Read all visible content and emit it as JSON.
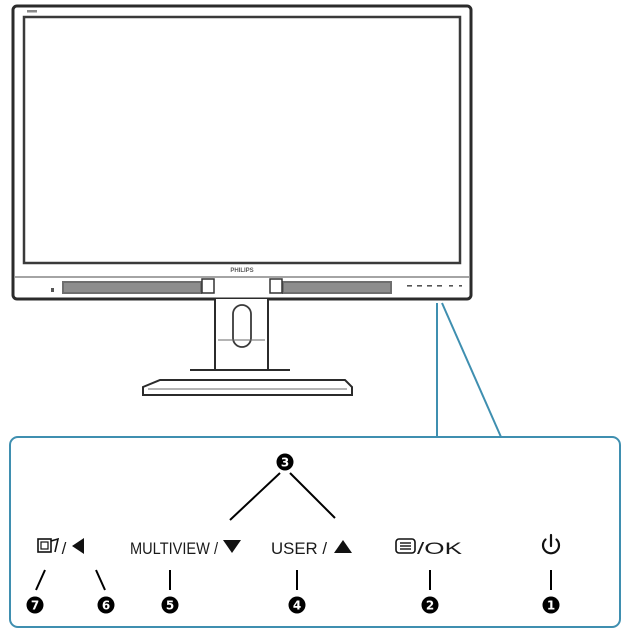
{
  "monitor": {
    "brand": "PHILIPS",
    "bezel_color": "#2b2b2b",
    "outline_color": "#3a3a3a"
  },
  "callout": {
    "border_color": "#3f8fb0"
  },
  "controls": [
    {
      "id": "power",
      "number": "1",
      "icon": "power-icon",
      "text": ""
    },
    {
      "id": "menu-ok",
      "number": "2",
      "icon": "menu-icon",
      "text": "/OK"
    },
    {
      "id": "user-up",
      "number": "4",
      "icon": "triangle-up-icon",
      "text": "USER /"
    },
    {
      "id": "multiview-down",
      "number": "5",
      "icon": "triangle-down-icon",
      "text": "MULTIVIEW /"
    },
    {
      "id": "back-left",
      "number": "6",
      "icon": "triangle-left-icon",
      "text": "/"
    },
    {
      "id": "smartimage",
      "number": "7",
      "icon": "smartimage-icon",
      "text": ""
    }
  ],
  "navigation_group": {
    "number": "3"
  }
}
